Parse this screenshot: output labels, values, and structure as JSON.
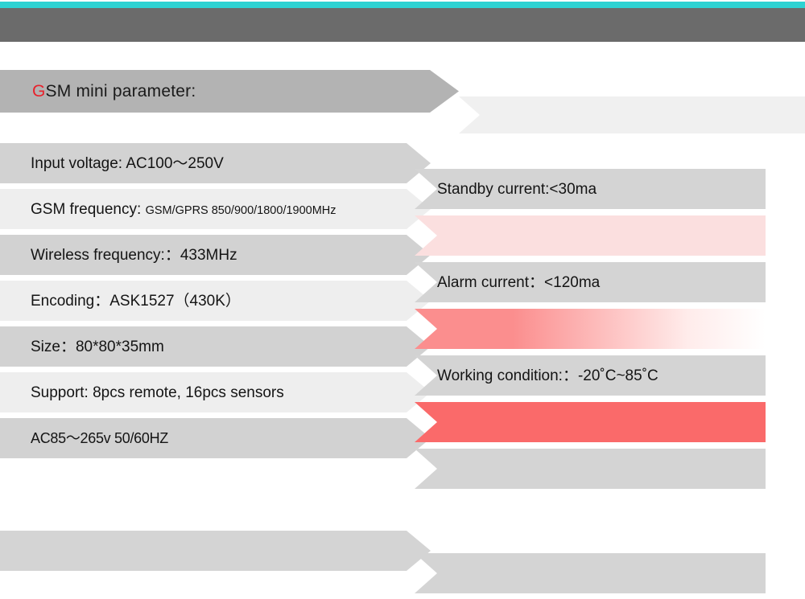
{
  "colors": {
    "top_accent": "#2ed2d2",
    "top_band": "#6b6b6b",
    "header_bar": "#b3b3b3",
    "row_dark": "#d2d2d2",
    "row_light": "#eeeeee",
    "row_gray": "#d4d4d4",
    "accent_red": "#e8212b",
    "bar_pink_faint": "#fbdfdf",
    "bar_pink_gradient_start": "#fb8e8e",
    "bar_red_solid": "#fa6a6a",
    "text": "#141414"
  },
  "header": {
    "accent_letter": "G",
    "title_rest": "SM mini parameter:"
  },
  "left_column": [
    {
      "text": "Input voltage: AC100～250V",
      "style": "dark"
    },
    {
      "text": "GSM frequency: ",
      "text_small": "GSM/GPRS   850/900/1800/1900MHz",
      "style": "light"
    },
    {
      "text": "Wireless frequency:：433MHz",
      "style": "dark"
    },
    {
      "text": "Encoding：ASK1527（430K）",
      "style": "light"
    },
    {
      "text": "Size：80*80*35mm",
      "style": "dark"
    },
    {
      "text": "Support: 8pcs remote, 16pcs sensors",
      "style": "light"
    },
    {
      "text": "AC85～265v  50/60HZ",
      "style": "dark-condensed"
    }
  ],
  "right_column": [
    {
      "text": "Standby current:<30ma",
      "style": "gray"
    },
    {
      "text": "",
      "style": "pink-faint"
    },
    {
      "text": "Alarm current：<120ma",
      "style": "gray"
    },
    {
      "text": "",
      "style": "pink-gradient"
    },
    {
      "text": "Working condition:：-20˚C~85˚C",
      "style": "gray"
    },
    {
      "text": "",
      "style": "red-solid"
    },
    {
      "text": "",
      "style": "gray"
    }
  ],
  "bottom_bars": [
    {
      "side": "left",
      "text": ""
    },
    {
      "side": "right",
      "text": ""
    }
  ]
}
